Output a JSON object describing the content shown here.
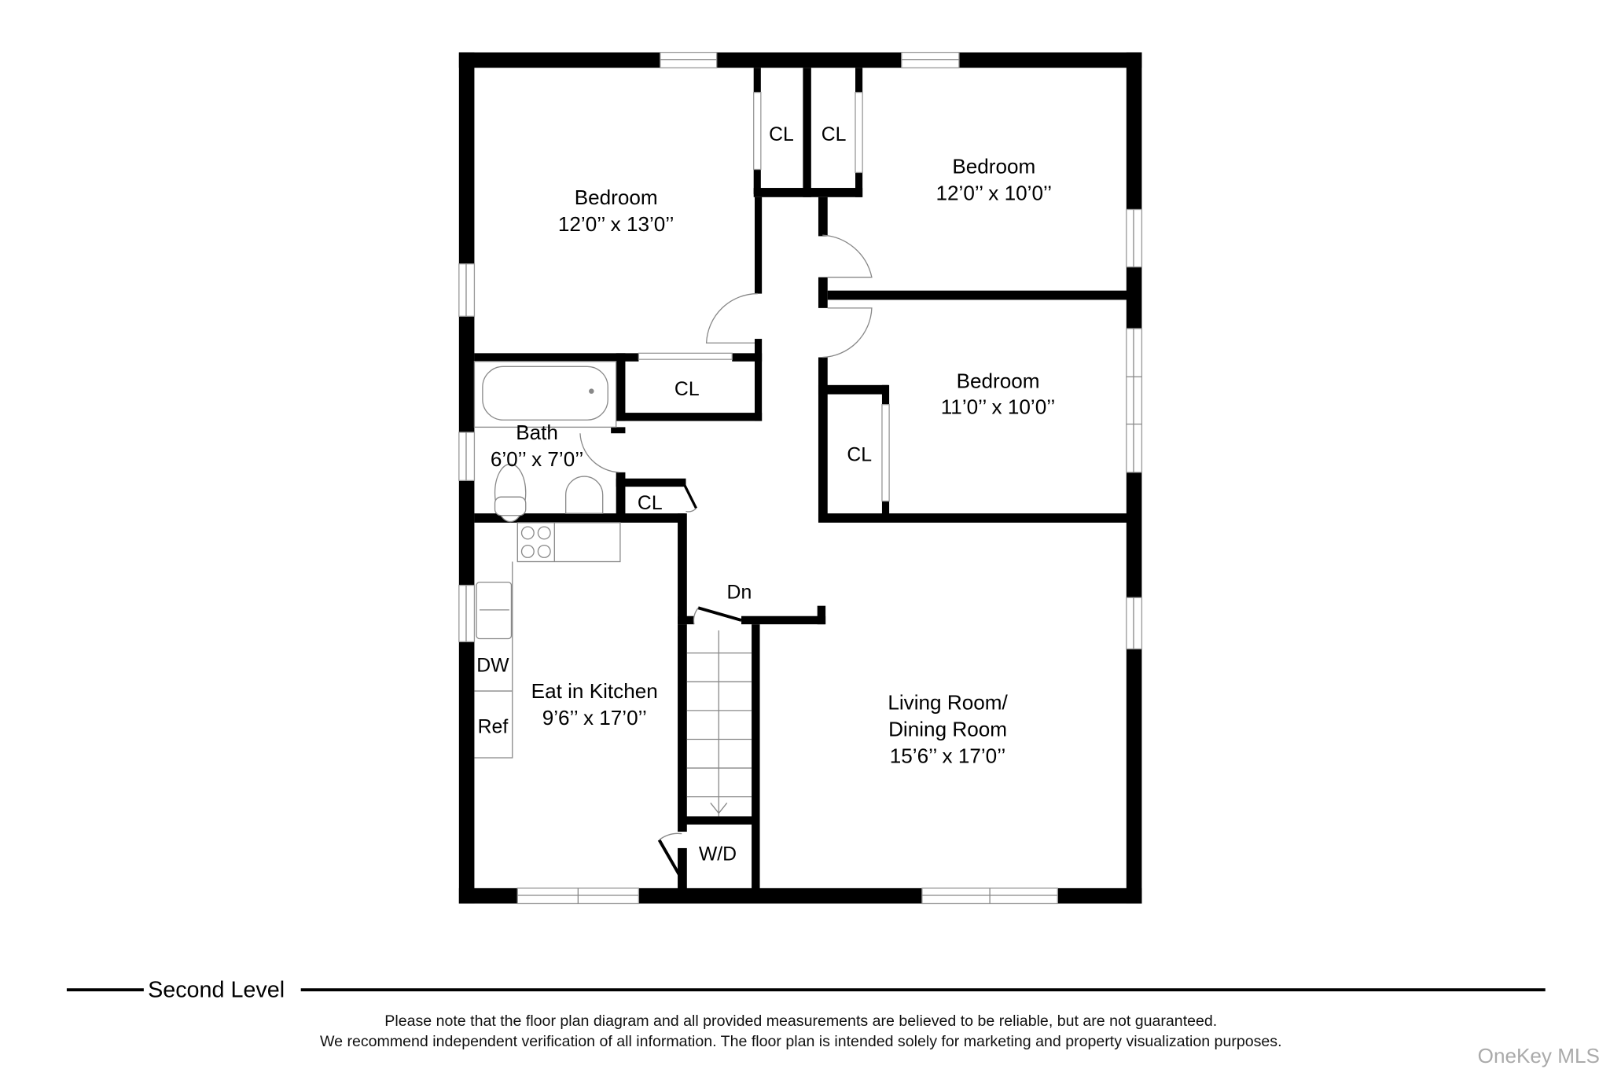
{
  "plan": {
    "level_label": "Second Level",
    "rooms": [
      {
        "name": "Bedroom",
        "size": "12’0’’ x 13’0’’"
      },
      {
        "name": "Bedroom",
        "size": "12’0’’ x 10’0’’"
      },
      {
        "name": "Bedroom",
        "size": "11’0’’ x 10’0’’"
      },
      {
        "name": "Bath",
        "size": "6’0’’ x 7’0’’"
      },
      {
        "name": "Eat in Kitchen",
        "size": "9’6’’ x 17’0’’"
      },
      {
        "name": "Living Room/",
        "name2": "Dining Room",
        "size": "15’6’’ x 17’0’’"
      }
    ],
    "closets": [
      "CL",
      "CL",
      "CL",
      "CL",
      "CL"
    ],
    "fixtures": {
      "dishwasher": "DW",
      "refrigerator": "Ref",
      "washer_dryer": "W/D",
      "stairs": "Dn"
    }
  },
  "disclaimer": {
    "line1": "Please note that the floor plan diagram and all provided measurements are believed to be reliable, but are not guaranteed.",
    "line2": "We recommend independent verification of all information. The floor plan is intended solely for marketing and property visualization purposes."
  },
  "watermark": "OneKey MLS",
  "colors": {
    "wall": "#000000",
    "fixture_line": "#888888",
    "watermark": "#aaaaaa"
  }
}
